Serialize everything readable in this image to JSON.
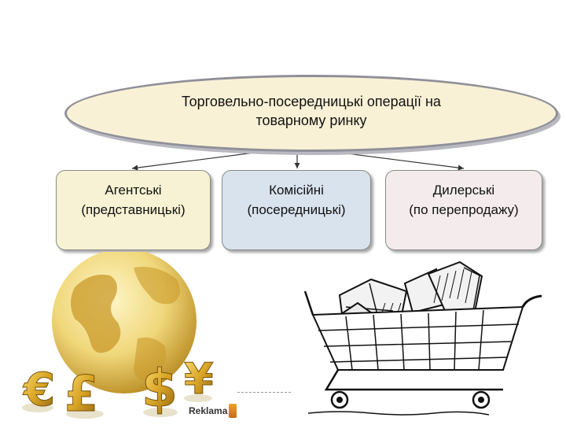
{
  "diagram": {
    "root": "Торговельно-посередницькі операції на товарному ринку",
    "children": [
      "Агентські\n(представницькі)",
      "Комісійні\n(посередницькі)",
      "Дилерські\n(по перепродажу)"
    ]
  },
  "watermark": {
    "logo_text": "Reklama"
  },
  "colors": {
    "ellipse_fill": "#f9f1d6",
    "agent_fill": "#f6f2d3",
    "commission_fill": "#d9e3ee",
    "dealer_fill": "#f4ecec",
    "gold": "#d9a526"
  },
  "icons": [
    "globe-icon",
    "euro-icon",
    "pound-icon",
    "dollar-icon",
    "yen-icon",
    "shopping-cart-icon"
  ]
}
